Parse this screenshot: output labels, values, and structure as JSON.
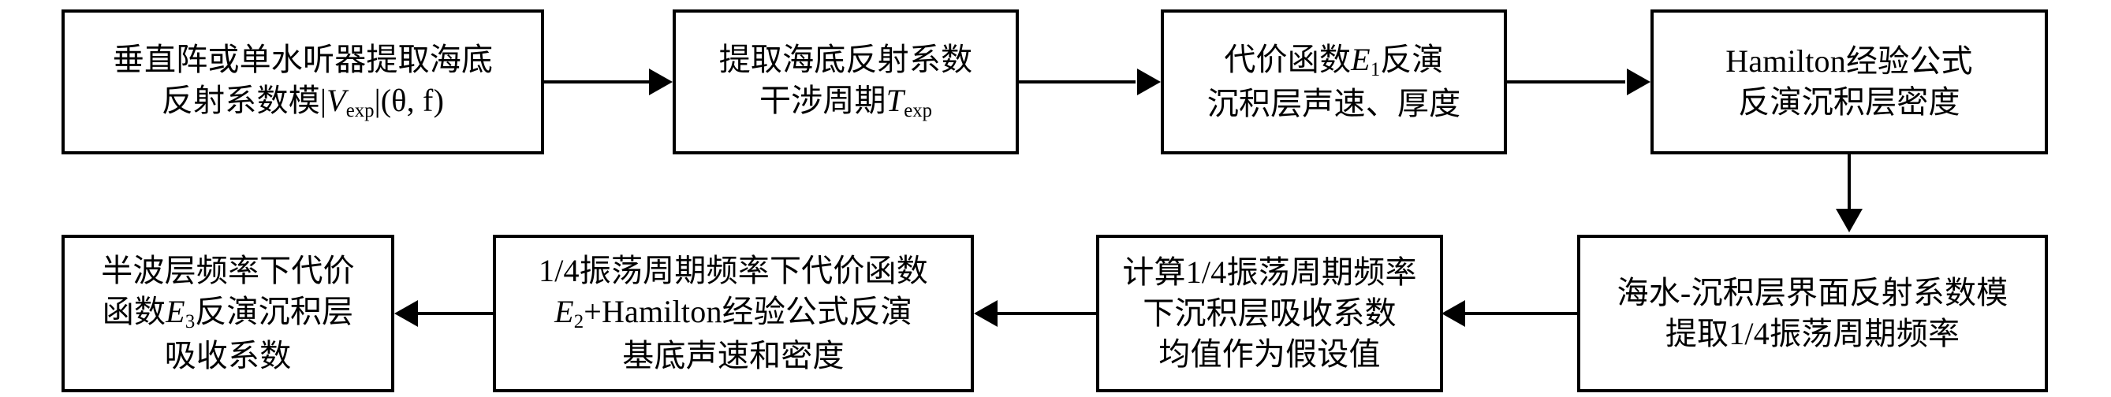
{
  "figure": {
    "type": "flowchart",
    "orientation": "serpentine-two-rows",
    "background_color": "#ffffff",
    "line_color": "#000000",
    "box_fill": "#ffffff"
  },
  "nodes": [
    {
      "id": "n1",
      "row": "top",
      "order": 1,
      "lines": [
        {
          "pre": "垂直阵或单水听器提取海底",
          "math": "",
          "post": ""
        },
        {
          "pre": "反射系数模|",
          "math": "V",
          "sub": "exp",
          "post": "|(θ, f)"
        }
      ],
      "plain_text": "垂直阵或单水听器提取海底反射系数模|Vexp|(θ, f)"
    },
    {
      "id": "n2",
      "row": "top",
      "order": 2,
      "lines": [
        {
          "pre": "提取海底反射系数",
          "math": "",
          "post": ""
        },
        {
          "pre": "干涉周期",
          "math": "T",
          "sub": "exp",
          "post": ""
        }
      ],
      "plain_text": "提取海底反射系数干涉周期Texp"
    },
    {
      "id": "n3",
      "row": "top",
      "order": 3,
      "lines": [
        {
          "pre": "代价函数",
          "math": "E",
          "sub": "1",
          "post": "反演"
        },
        {
          "pre": "沉积层声速、厚度",
          "math": "",
          "post": ""
        }
      ],
      "plain_text": "代价函数E1反演沉积层声速、厚度"
    },
    {
      "id": "n4",
      "row": "top",
      "order": 4,
      "lines": [
        {
          "pre": "Hamilton经验公式",
          "math": "",
          "post": ""
        },
        {
          "pre": "反演沉积层密度",
          "math": "",
          "post": ""
        }
      ],
      "plain_text": "Hamilton经验公式反演沉积层密度"
    },
    {
      "id": "n5",
      "row": "bottom",
      "order": 5,
      "lines": [
        {
          "pre": "海水-沉积层界面反射系数模",
          "math": "",
          "post": ""
        },
        {
          "pre": "提取1/4振荡周期频率",
          "math": "",
          "post": ""
        }
      ],
      "plain_text": "海水-沉积层界面反射系数模提取1/4振荡周期频率"
    },
    {
      "id": "n6",
      "row": "bottom",
      "order": 6,
      "lines": [
        {
          "pre": "计算1/4振荡周期频率",
          "math": "",
          "post": ""
        },
        {
          "pre": "下沉积层吸收系数",
          "math": "",
          "post": ""
        },
        {
          "pre": "均值作为假设值",
          "math": "",
          "post": ""
        }
      ],
      "plain_text": "计算1/4振荡周期频率下沉积层吸收系数均值作为假设值"
    },
    {
      "id": "n7",
      "row": "bottom",
      "order": 7,
      "lines": [
        {
          "pre": "1/4振荡周期频率下代价函数",
          "math": "",
          "post": ""
        },
        {
          "pre": "",
          "math": "E",
          "sub": "2",
          "post": "+Hamilton经验公式反演"
        },
        {
          "pre": "基底声速和密度",
          "math": "",
          "post": ""
        }
      ],
      "plain_text": "1/4振荡周期频率下代价函数E2+Hamilton经验公式反演基底声速和密度"
    },
    {
      "id": "n8",
      "row": "bottom",
      "order": 8,
      "lines": [
        {
          "pre": "半波层频率下代价",
          "math": "",
          "post": ""
        },
        {
          "pre": "函数",
          "math": "E",
          "sub": "3",
          "post": "反演沉积层"
        },
        {
          "pre": "吸收系数",
          "math": "",
          "post": ""
        }
      ],
      "plain_text": "半波层频率下代价函数E3反演沉积层吸收系数"
    }
  ],
  "edges": [
    {
      "id": "e1",
      "from": "n1",
      "to": "n2",
      "direction": "right"
    },
    {
      "id": "e2",
      "from": "n2",
      "to": "n3",
      "direction": "right"
    },
    {
      "id": "e3",
      "from": "n3",
      "to": "n4",
      "direction": "right"
    },
    {
      "id": "e4",
      "from": "n4",
      "to": "n5",
      "direction": "down"
    },
    {
      "id": "e5",
      "from": "n5",
      "to": "n6",
      "direction": "left"
    },
    {
      "id": "e6",
      "from": "n6",
      "to": "n7",
      "direction": "left"
    },
    {
      "id": "e7",
      "from": "n7",
      "to": "n8",
      "direction": "left"
    }
  ]
}
